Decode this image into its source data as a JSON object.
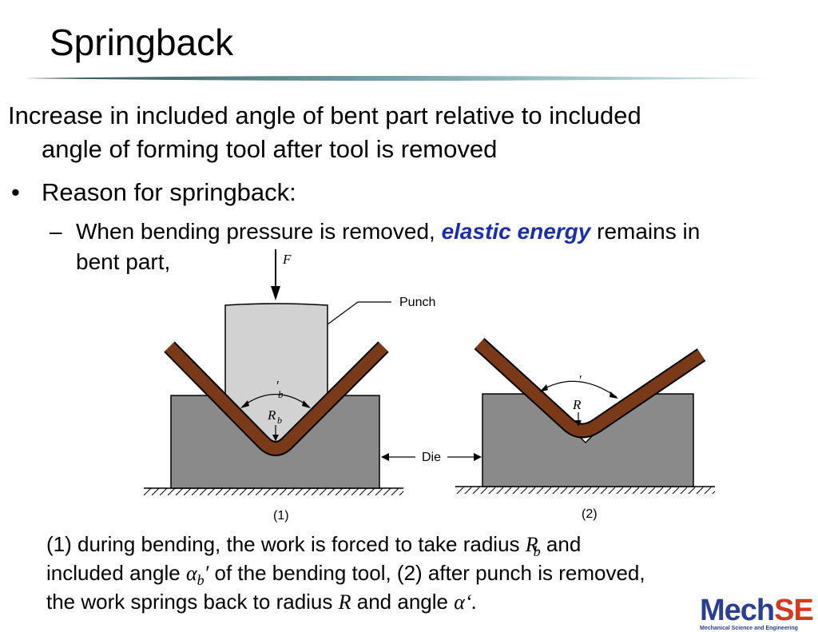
{
  "slide": {
    "title": "Springback",
    "definition_line1": "Increase in included angle of bent part relative to included",
    "definition_line2": "angle of forming tool after tool is removed",
    "bullet_symbol": "•",
    "bullet_text": "Reason for springback:",
    "dash_symbol": "–",
    "sub_before": "When bending pressure is removed,",
    "sub_emphasis": "elastic energy",
    "sub_after": "remains in",
    "sub_line2": "bent part,"
  },
  "figure": {
    "force_label": "F",
    "punch_label": "Punch",
    "die_label": "Die",
    "angle_label_left": "′",
    "angle_sub_left": "b",
    "radius_label_left": "R",
    "radius_sub_left": "b",
    "angle_label_right": "′",
    "radius_label_right": "R",
    "panel1_label": "(1)",
    "panel2_label": "(2)"
  },
  "caption": {
    "line1_before": "(1) during bending, the work is forced to take radius",
    "line1_var": "R",
    "line1_sub": "b",
    "line1_after": "and",
    "line2_before": "included angle",
    "line2_alpha": "α",
    "line2_sub": "b",
    "line2_prime": "′",
    "line2_after": "of the bending tool, (2) after punch is removed,",
    "line3_before": "the work springs back to radius",
    "line3_var": "R",
    "line3_mid": "and angle",
    "line3_alpha": "α",
    "line3_end": "‘."
  },
  "logo": {
    "mech": "Mech",
    "se": "SE",
    "subtitle": "Mechanical Science and Engineering"
  },
  "colors": {
    "work_strip": "#7a3a17",
    "die": "#8a8a8a",
    "punch": "#d2d2d2",
    "emphasis": "#1a2fa8"
  }
}
